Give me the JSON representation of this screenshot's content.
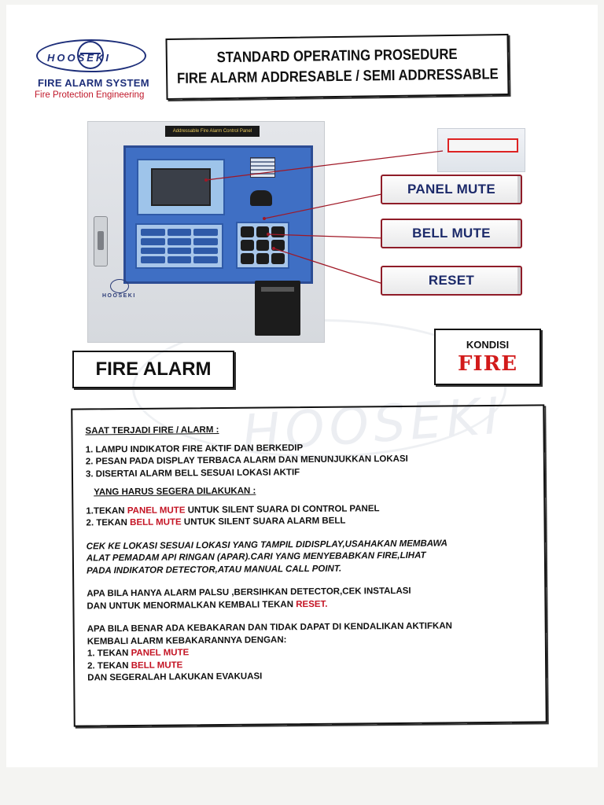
{
  "logo": {
    "wordmark": "HOOSEKI",
    "system": "FIRE ALARM SYSTEM",
    "tagline": "Fire Protection Engineering"
  },
  "title": {
    "line1": "STANDARD OPERATING PROSEDURE",
    "line2": "FIRE ALARM ADDRESABLE / SEMI ADDRESSABLE"
  },
  "panel": {
    "label": "Addressable Fire Alarm Control Panel",
    "brand": "HOOSEKI"
  },
  "callouts": {
    "panel_mute": "PANEL MUTE",
    "bell_mute": "BELL MUTE",
    "reset": "RESET"
  },
  "heading": "FIRE ALARM",
  "kondisi": {
    "label": "KONDISI",
    "value": "FIRE"
  },
  "watermark": "HOOSEKI",
  "instructions": {
    "section1_title": "SAAT TERJADI FIRE / ALARM :",
    "section1_items": [
      "1. LAMPU INDIKATOR FIRE AKTIF DAN BERKEDIP",
      "2. PESAN PADA DISPLAY TERBACA ALARM DAN MENUNJUKKAN LOKASI",
      "3. DISERTAI ALARM BELL SESUAI LOKASI AKTIF"
    ],
    "section2_title": "YANG HARUS SEGERA DILAKUKAN :",
    "step1_prefix": "1.TEKAN ",
    "step1_key": "PANEL MUTE",
    "step1_suffix": " UNTUK SILENT SUARA DI CONTROL PANEL",
    "step2_prefix": "2. TEKAN ",
    "step2_key": "BELL MUTE",
    "step2_suffix": " UNTUK SILENT SUARA ALARM BELL",
    "check_lines": [
      "CEK KE LOKASI SESUAI LOKASI YANG TAMPIL DIDISPLAY,USAHAKAN MEMBAWA",
      "ALAT PEMADAM API RINGAN (APAR).CARI YANG MENYEBABKAN FIRE,LIHAT",
      "PADA INDIKATOR DETECTOR,ATAU MANUAL CALL POINT."
    ],
    "false_alarm_line1": "APA  BILA HANYA ALARM PALSU ,BERSIHKAN DETECTOR,CEK INSTALASI",
    "false_alarm_line2_prefix": "DAN UNTUK MENORMALKAN KEMBALI TEKAN ",
    "false_alarm_key": "RESET.",
    "real_fire_line1": "APA BILA BENAR ADA KEBAKARAN DAN TIDAK DAPAT DI KENDALIKAN AKTIFKAN",
    "real_fire_line2": "KEMBALI ALARM KEBAKARANNYA DENGAN:",
    "real_step1_prefix": "1. TEKAN ",
    "real_step1_key": "PANEL MUTE",
    "real_step2_prefix": "2. TEKAN ",
    "real_step2_key": "BELL MUTE",
    "final_line": "DAN SEGERALAH LAKUKAN EVAKUASI"
  },
  "colors": {
    "brand_blue": "#1e2f7a",
    "alert_red": "#c41424",
    "callout_border": "#8f1c28",
    "panel_blue": "#3f6fc4"
  }
}
